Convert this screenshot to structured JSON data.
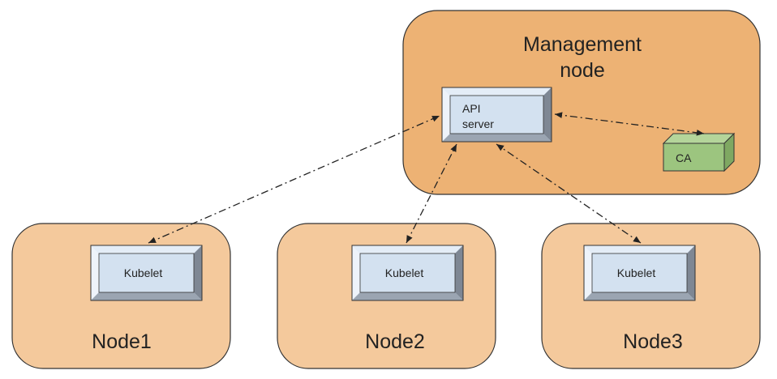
{
  "management": {
    "title_line1": "Management",
    "title_line2": "node",
    "api_line1": "API",
    "api_line2": "server",
    "ca": "CA"
  },
  "nodes": [
    {
      "label": "Node1",
      "component": "Kubelet"
    },
    {
      "label": "Node2",
      "component": "Kubelet"
    },
    {
      "label": "Node3",
      "component": "Kubelet"
    }
  ],
  "colors": {
    "management_fill": "#EDB274",
    "node_fill": "#F4C99C",
    "component_fill": "#D3E1F0",
    "ca_fill": "#9CC57F"
  }
}
